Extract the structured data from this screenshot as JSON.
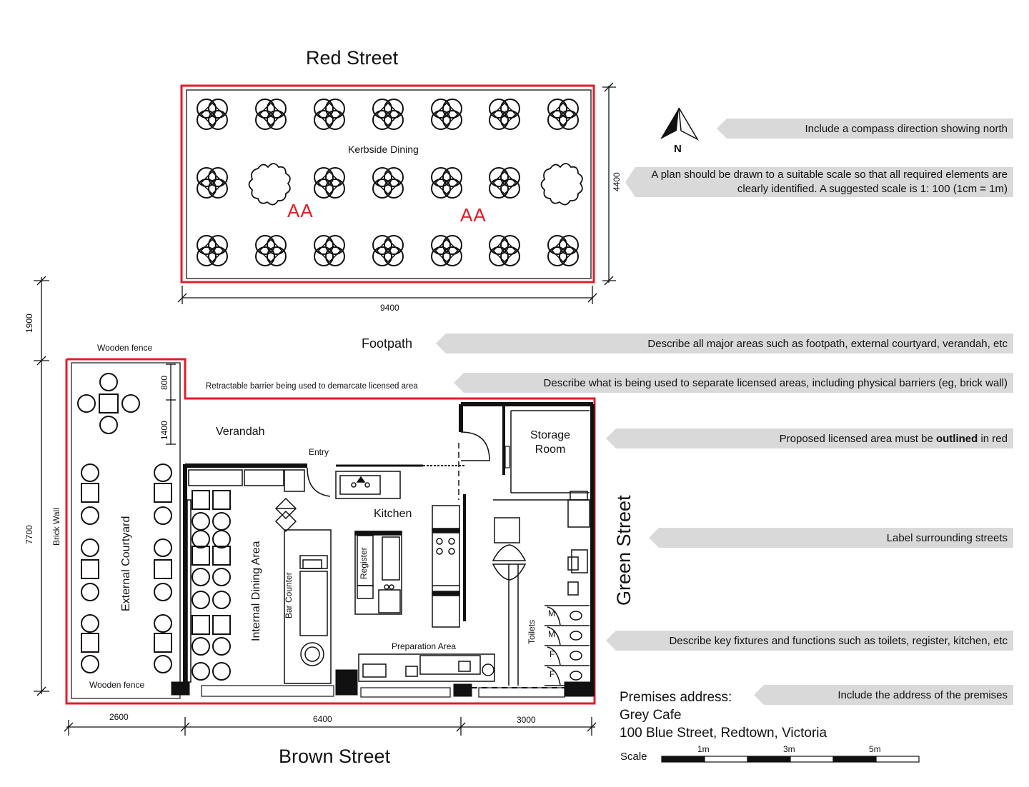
{
  "streets": {
    "north": "Red Street",
    "south": "Brown Street",
    "east": "Green Street"
  },
  "areas": {
    "kerbside": "Kerbside Dining",
    "footpath": "Footpath",
    "verandah": "Verandah",
    "entry": "Entry",
    "kitchen": "Kitchen",
    "storage": "Storage Room",
    "register": "Register",
    "bar": "Bar Counter",
    "internal_dining": "Internal Dining Area",
    "courtyard": "External Courtyard",
    "preparation": "Preparation Area",
    "toilets": "Toilets",
    "wooden_fence_top": "Wooden fence",
    "wooden_fence_bottom": "Wooden fence",
    "brick_wall": "Brick Wall",
    "barrier": "Retractable barrier being used to demarcate licensed area",
    "aa": "AA",
    "male": "M",
    "female": "F"
  },
  "dimensions": {
    "kerb_width": "9400",
    "kerb_depth": "4400",
    "gap": "1900",
    "main_depth": "7700",
    "fence_800": "800",
    "fence_1400": "1400",
    "court_width": "2600",
    "mid_width": "6400",
    "right_width": "3000"
  },
  "compass": {
    "label": "N",
    "icon": "north-arrow-icon"
  },
  "callouts": {
    "compass": "Include a compass direction showing north",
    "scale": "A plan should be drawn to a suitable scale so that all required elements are clearly identified. A suggested scale is 1: 100 (1cm = 1m)",
    "areas": "Describe all major areas such as footpath, external courtyard, verandah, etc",
    "separate": "Describe what is being used to separate licensed areas, including physical barriers (eg, brick wall)",
    "outline_pre": "Proposed licensed area must be",
    "outline_bold": "outlined",
    "outline_post": "in red",
    "streets": "Label surrounding streets",
    "fixtures": "Describe key fixtures and functions such as toilets, register, kitchen, etc",
    "address": "Include the address of the premises"
  },
  "premises": {
    "heading": "Premises address:",
    "name": "Grey Cafe",
    "street": "100 Blue Street, Redtown, Victoria"
  },
  "scale": {
    "label": "Scale",
    "ticks": [
      "1m",
      "3m",
      "5m"
    ]
  },
  "colors": {
    "licensed_outline": "#e11d2a",
    "callout_bg": "#d9d9d9",
    "walls": "#111111"
  }
}
